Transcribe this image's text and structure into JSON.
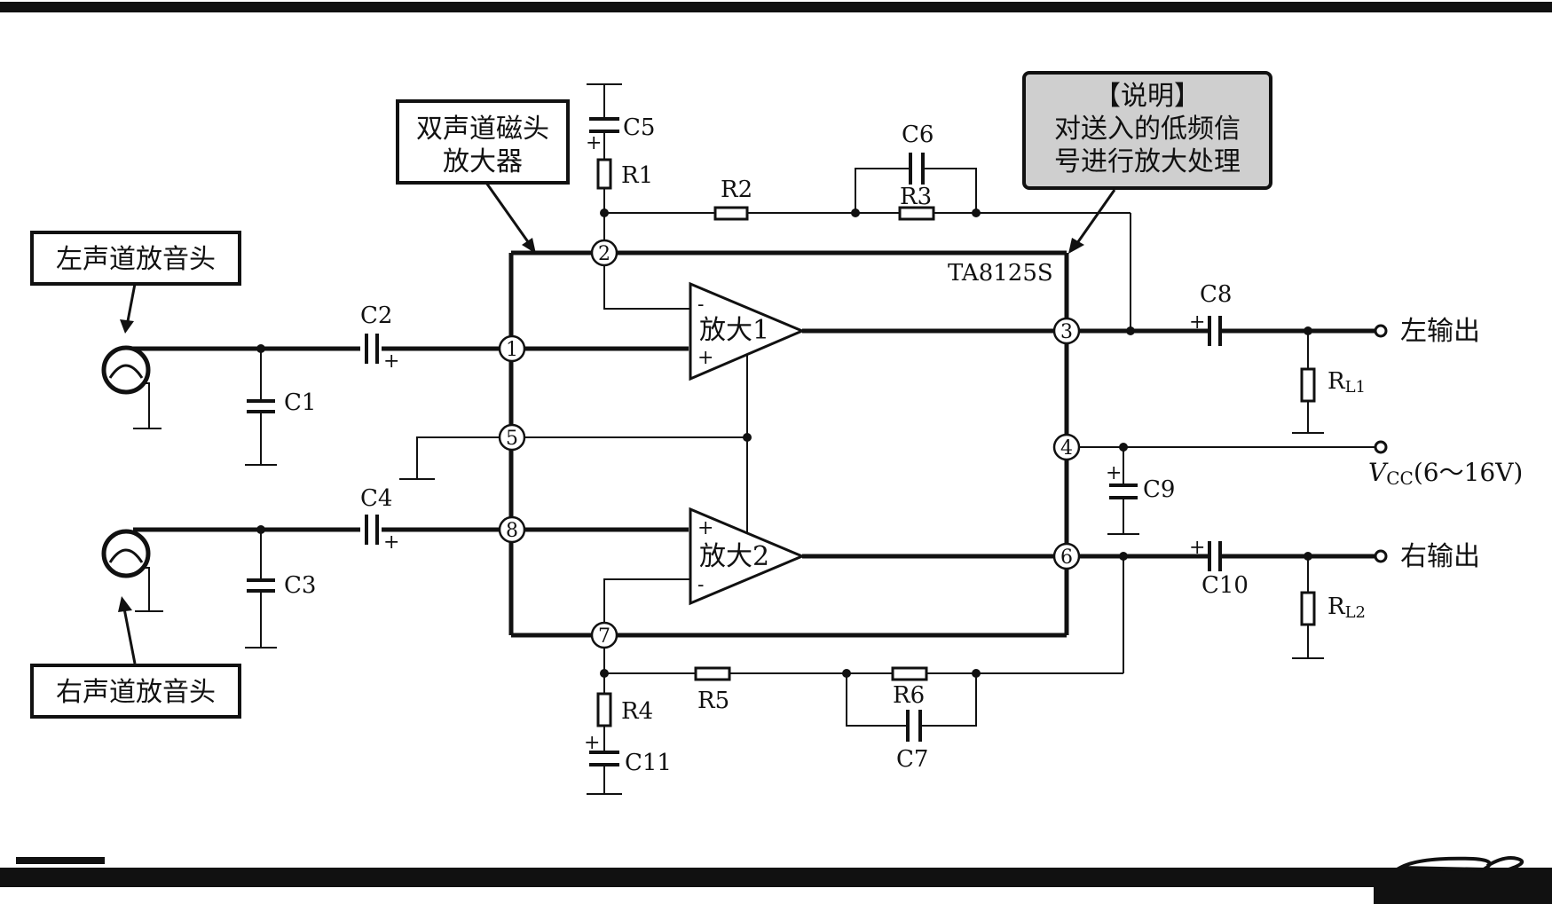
{
  "chip": "TA8125S",
  "callouts": {
    "amp_box_line1": "双声道磁头",
    "amp_box_line2": "放大器",
    "note_title": "【说明】",
    "note_line1": "对送入的低频信",
    "note_line2": "号进行放大处理",
    "left_head": "左声道放音头",
    "right_head": "右声道放音头"
  },
  "amplifiers": {
    "amp1": "放大1",
    "amp2": "放大2"
  },
  "outputs": {
    "left": "左输出",
    "right": "右输出"
  },
  "supply": {
    "symbol": "V",
    "subscript": "CC",
    "range": "(6～16V)"
  },
  "pins": [
    "1",
    "2",
    "3",
    "4",
    "5",
    "6",
    "7",
    "8"
  ],
  "components": {
    "C1": "C1",
    "C2": "C2",
    "C3": "C3",
    "C4": "C4",
    "C5": "C5",
    "C6": "C6",
    "C7": "C7",
    "C8": "C8",
    "C9": "C9",
    "C10": "C10",
    "C11": "C11",
    "R1": "R1",
    "R2": "R2",
    "R3": "R3",
    "R4": "R4",
    "R5": "R5",
    "R6": "R6",
    "RL1_main": "R",
    "RL1_sub": "L1",
    "RL2_main": "R",
    "RL2_sub": "L2"
  },
  "symbols": {
    "plus": "+",
    "minus": "-"
  }
}
